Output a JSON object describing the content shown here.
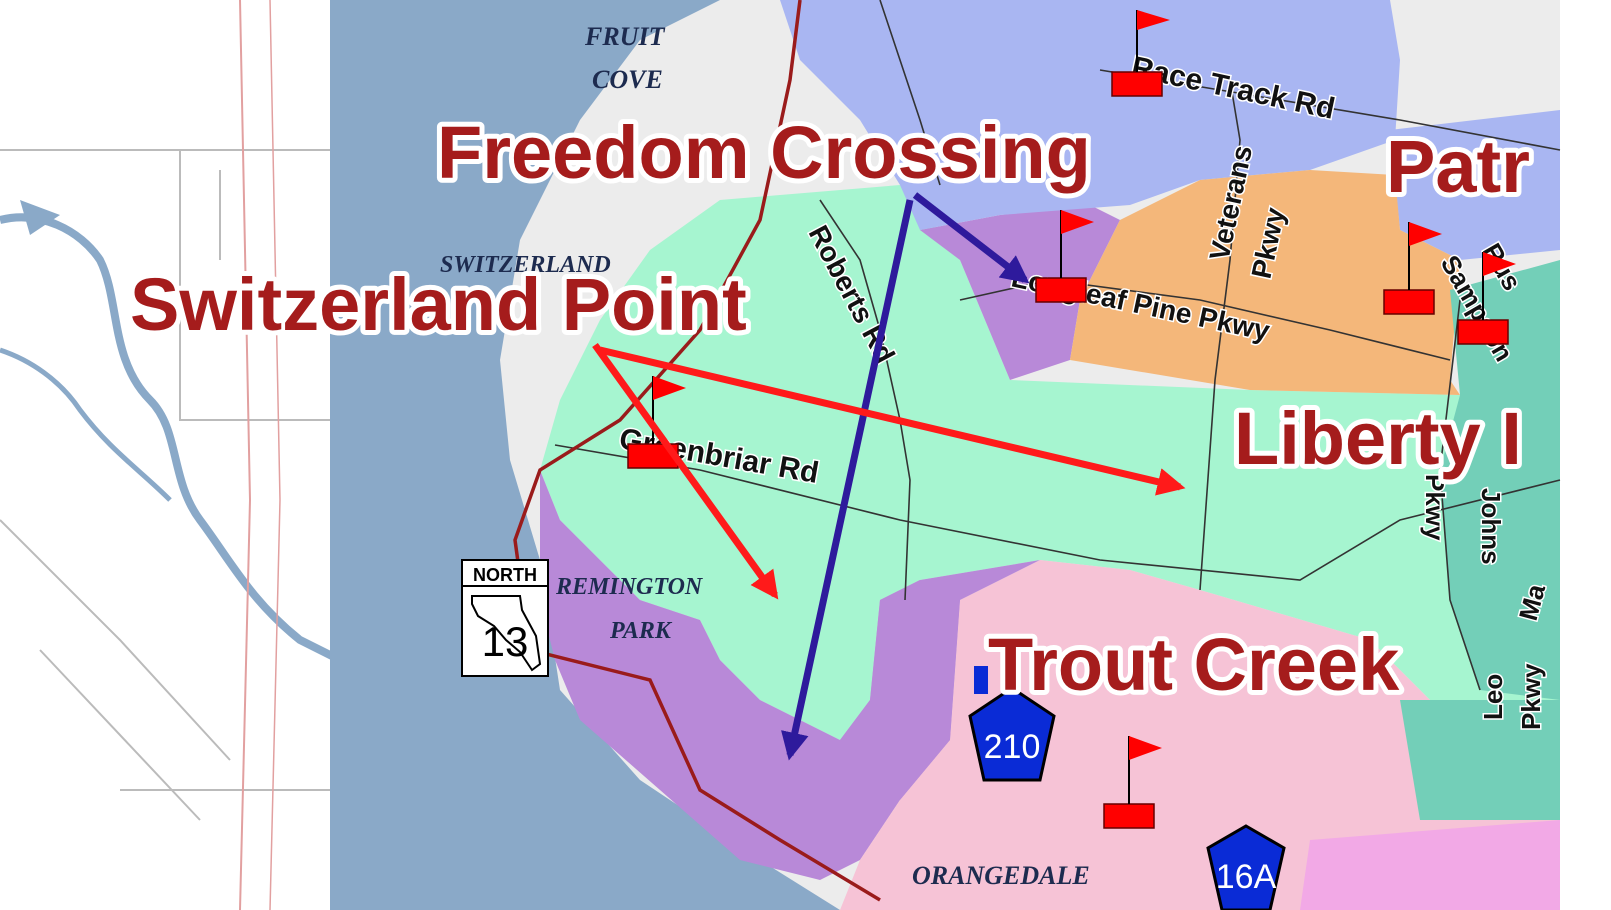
{
  "neighborhoods": [
    {
      "name": "Freedom Crossing",
      "zone_color": "#a6f5d0"
    },
    {
      "name": "Switzerland Point",
      "zone_color": "#b889d8"
    },
    {
      "name": "Patr",
      "zone_color": "#a9b6f2"
    },
    {
      "name": "Liberty I",
      "zone_color": "#a6f5d0"
    },
    {
      "name": "Trout Creek",
      "zone_color": "#f6c3d6"
    }
  ],
  "roads": {
    "race_track": "Race Track Rd",
    "veterans_1": "Veterans",
    "veterans_2": "Pkwy",
    "roberts": "Roberts Rd",
    "longleaf": "Longleaf Pine Pkwy",
    "greenbriar": "Greenbriar Rd",
    "sampson": "Sampson",
    "russell": "Rus",
    "st_johns": "Johns",
    "pkwy_side": "Pkwy",
    "leo": "Leo",
    "leo_pkwy": "Pkwy",
    "mac": "Ma"
  },
  "places": {
    "fruit_cove_1": "FRUIT",
    "fruit_cove_2": "COVE",
    "switzerland": "SWITZERLAND",
    "remington_1": "REMINGTON",
    "remington_2": "PARK",
    "orangedale": "ORANGEDALE"
  },
  "shields": {
    "sr13_header": "NORTH",
    "sr13_number": "13",
    "cr210": "210",
    "cr16a": "16A"
  },
  "colors": {
    "water": "#8aa9c8",
    "arrow_red": "#ff1a1a",
    "arrow_blue": "#2e1a9c",
    "flag": "#ff0000",
    "label": "#a51c1c"
  }
}
